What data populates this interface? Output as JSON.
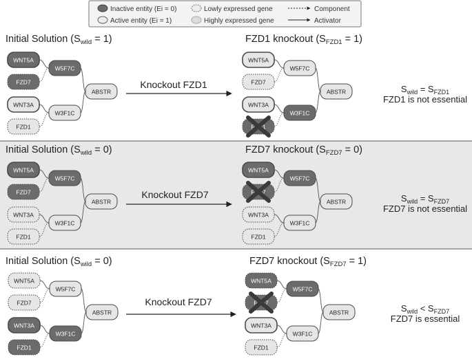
{
  "legend": {
    "inactive": "Inactive entity (Ei = 0)",
    "active": "Active entity (Ei = 1)",
    "lowly": "Lowly expressed gene",
    "highly": "Highly expressed gene",
    "component": "Component",
    "activator": "Activator"
  },
  "rows": [
    {
      "left_title": {
        "pre": "Initial Solution (S",
        "sub": "wild",
        "post": " = 1)"
      },
      "right_title": {
        "pre": "FZD1 knockout (S",
        "sub": "FZD1",
        "post": " = 1)"
      },
      "knockout_label": "Knockout FZD1",
      "result": {
        "l1_a": "S",
        "l1_sa": "wild",
        "l1_mid": " = S",
        "l1_sb": "FZD1",
        "line2": "FZD1 is not essential"
      }
    },
    {
      "left_title": {
        "pre": "Initial Solution (S",
        "sub": "wild",
        "post": " = 0)"
      },
      "right_title": {
        "pre": "FZD7 knockout (S",
        "sub": "FZD7",
        "post": " = 0)"
      },
      "knockout_label": "Knockout FZD7",
      "result": {
        "l1_a": "S",
        "l1_sa": "wild",
        "l1_mid": " = S",
        "l1_sb": "FZD7",
        "line2": "FZD7 is not essential"
      }
    },
    {
      "left_title": {
        "pre": "Initial Solution (S",
        "sub": "wild",
        "post": " = 0)"
      },
      "right_title": {
        "pre": "FZD7 knockout (S",
        "sub": "FZD7",
        "post": " = 1)"
      },
      "knockout_label": "Knockout FZD7",
      "result": {
        "l1_a": "S",
        "l1_sa": "wild",
        "l1_mid": " < S",
        "l1_sb": "FZD7",
        "line2": "FZD7 is essential"
      }
    }
  ],
  "diagrams": [
    {
      "labels": {
        "n1": "WNT5A",
        "n2": "FZD7",
        "n3": "WNT3A",
        "n4": "FZD1",
        "m1": "W5F7C",
        "m2": "W3F1C",
        "out": "ABSTR"
      },
      "states": {
        "n1": "inactive",
        "n2": "inactive",
        "n3": "active",
        "n4": "active",
        "m1": "inactive",
        "m2": "active",
        "out": "active"
      },
      "expr": {
        "n1": "high",
        "n2": "low",
        "n3": "high",
        "n4": "low"
      },
      "knocked": ""
    },
    {
      "labels": {
        "n1": "WNT5A",
        "n2": "FZD7",
        "n3": "WNT3A",
        "n4": "FZD1",
        "m1": "W5F7C",
        "m2": "W3F1C",
        "out": "ABSTR"
      },
      "states": {
        "n1": "active",
        "n2": "active",
        "n3": "active",
        "n4": "inactive",
        "m1": "active",
        "m2": "inactive",
        "out": "active"
      },
      "expr": {
        "n1": "high",
        "n2": "low",
        "n3": "high",
        "n4": "low"
      },
      "knocked": "n4"
    },
    {
      "labels": {
        "n1": "WNT5A",
        "n2": "FZD7",
        "n3": "WNT3A",
        "n4": "FZD1",
        "m1": "W5F7C",
        "m2": "W3F1C",
        "out": "ABSTR"
      },
      "states": {
        "n1": "inactive",
        "n2": "inactive",
        "n3": "active",
        "n4": "active",
        "m1": "inactive",
        "m2": "active",
        "out": "active"
      },
      "expr": {
        "n1": "high",
        "n2": "low",
        "n3": "low",
        "n4": "low"
      },
      "knocked": ""
    },
    {
      "labels": {
        "n1": "WNT5A",
        "n2": "FZD7",
        "n3": "WNT3A",
        "n4": "FZD1",
        "m1": "W5F7C",
        "m2": "W3F1C",
        "out": "ABSTR"
      },
      "states": {
        "n1": "inactive",
        "n2": "inactive",
        "n3": "active",
        "n4": "active",
        "m1": "inactive",
        "m2": "active",
        "out": "active"
      },
      "expr": {
        "n1": "high",
        "n2": "low",
        "n3": "low",
        "n4": "low"
      },
      "knocked": "n2"
    },
    {
      "labels": {
        "n1": "WNT5A",
        "n2": "FZD7",
        "n3": "WNT3A",
        "n4": "FZD1",
        "m1": "W5F7C",
        "m2": "W3F1C",
        "out": "ABSTR"
      },
      "states": {
        "n1": "active",
        "n2": "active",
        "n3": "inactive",
        "n4": "inactive",
        "m1": "active",
        "m2": "inactive",
        "out": "active"
      },
      "expr": {
        "n1": "low",
        "n2": "low",
        "n3": "high",
        "n4": "low"
      },
      "knocked": ""
    },
    {
      "labels": {
        "n1": "WNT5A",
        "n2": "FZD7",
        "n3": "WNT3A",
        "n4": "FZD1",
        "m1": "W5F7C",
        "m2": "W3F1C",
        "out": "ABSTR"
      },
      "states": {
        "n1": "inactive",
        "n2": "inactive",
        "n3": "active",
        "n4": "active",
        "m1": "inactive",
        "m2": "active",
        "out": "active"
      },
      "expr": {
        "n1": "low",
        "n2": "low",
        "n3": "high",
        "n4": "low"
      },
      "knocked": "n2"
    }
  ],
  "colors": {
    "inactive_fill": "#6b6b6b",
    "active_fill": "#e6e6e6",
    "stroke": "#4a4a4a",
    "middle_band": "#e8e8e8",
    "cross": "#3a3a3a"
  }
}
